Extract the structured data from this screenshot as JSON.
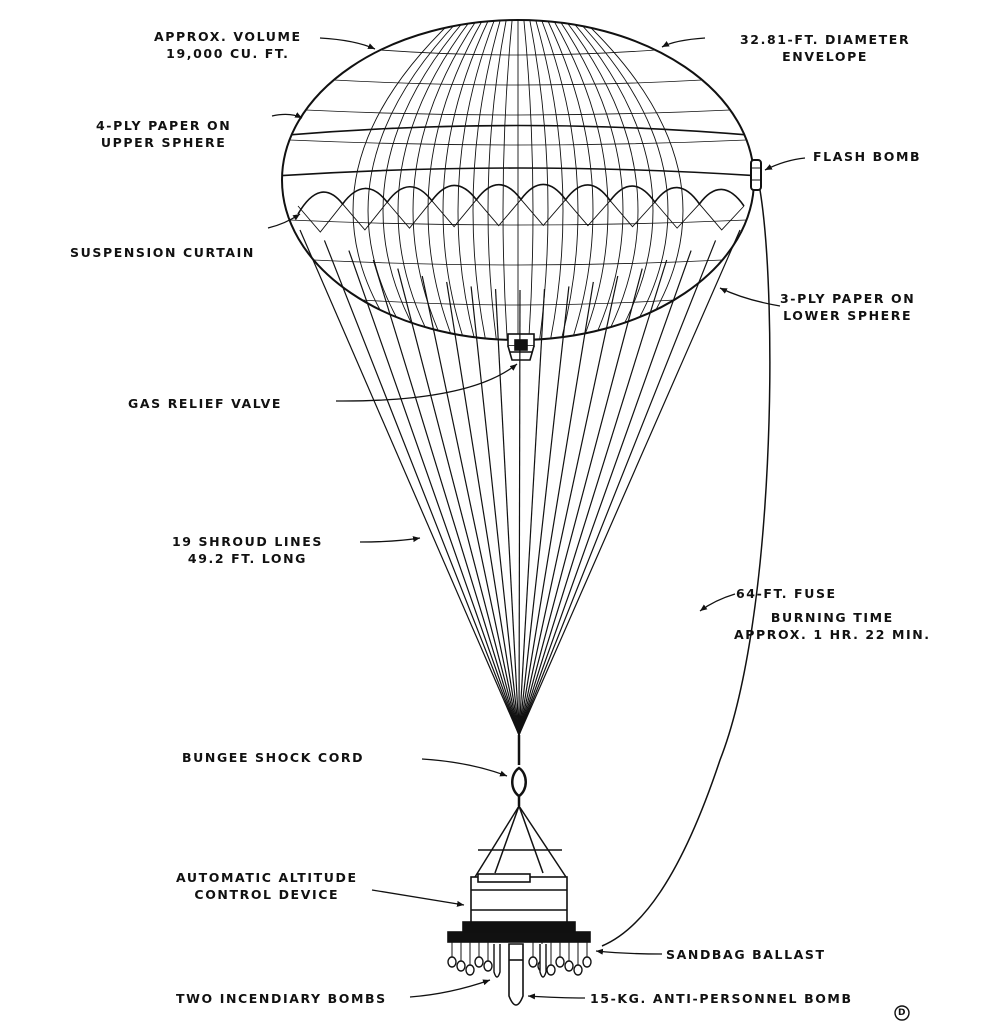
{
  "labels": {
    "volume": "APPROX. VOLUME\n19,000 CU. FT.",
    "diameter": "32.81-FT. DIAMETER\nENVELOPE",
    "upper_sphere": "4-PLY PAPER ON\nUPPER SPHERE",
    "flash_bomb": "FLASH BOMB",
    "suspension_curtain": "SUSPENSION CURTAIN",
    "lower_sphere": "3-PLY PAPER ON\nLOWER SPHERE",
    "gas_valve": "GAS RELIEF VALVE",
    "shroud_lines": "19 SHROUD LINES\n49.2 FT. LONG",
    "fuse": "64-FT. FUSE",
    "burning_time": "BURNING TIME\nAPPROX. 1 HR. 22 MIN.",
    "bungee": "BUNGEE SHOCK CORD",
    "altitude_device": "AUTOMATIC ALTITUDE\nCONTROL DEVICE",
    "sandbag": "SANDBAG BALLAST",
    "incendiary": "TWO INCENDIARY BOMBS",
    "antipersonnel": "15-KG. ANTI-PERSONNEL BOMB",
    "mark": "D"
  },
  "colors": {
    "ink": "#111111",
    "paper": "#ffffff"
  }
}
